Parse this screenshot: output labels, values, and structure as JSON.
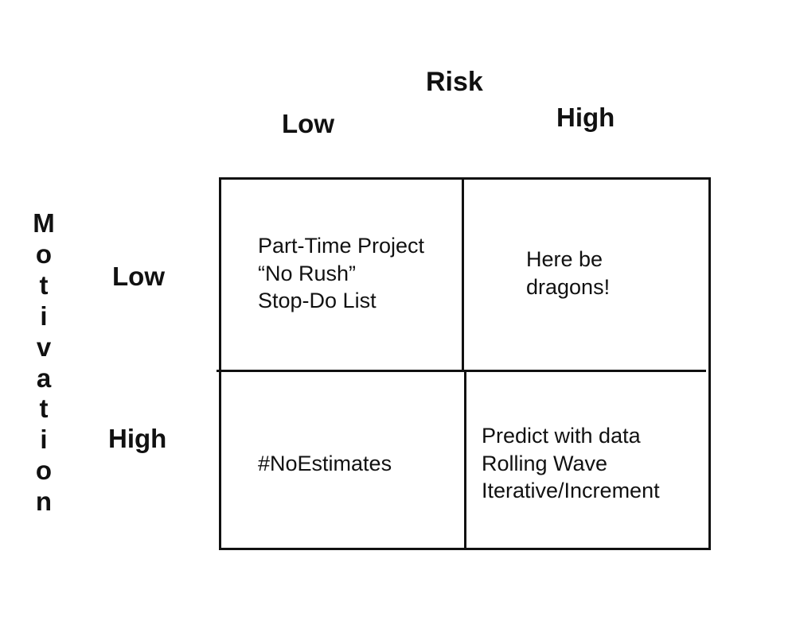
{
  "axis": {
    "top_title": "Risk",
    "left_title": "Motivation"
  },
  "columns": [
    {
      "label": "Low"
    },
    {
      "label": "High"
    }
  ],
  "rows": [
    {
      "label": "Low"
    },
    {
      "label": "High"
    }
  ],
  "cells": {
    "low_motivation_low_risk": [
      "Part-Time Project",
      "“No Rush”",
      "Stop-Do List"
    ],
    "low_motivation_high_risk": [
      "Here be",
      "dragons!"
    ],
    "high_motivation_low_risk": [
      "#NoEstimates"
    ],
    "high_motivation_high_risk": [
      "Predict with data",
      "Rolling Wave",
      "Iterative/Increment"
    ]
  }
}
